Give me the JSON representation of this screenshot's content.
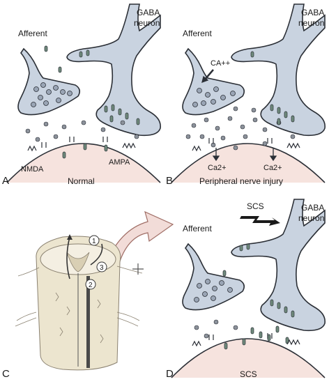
{
  "colors": {
    "neuron_fill": "#c9d3e0",
    "neuron_stroke": "#2b2f36",
    "postsynaptic_fill": "#f6e3de",
    "vesicle_fill": "#9aa5b5",
    "receptor_fill": "#6f8a7c",
    "arrow_fill": "#f2dcd8",
    "cord_fill": "#ece5cf"
  },
  "panels": {
    "A": {
      "label": "A",
      "caption": "Normal",
      "afferent": "Afferent",
      "gaba_line1": "GABA",
      "gaba_line2": "neuron",
      "nmda": "NMDA",
      "ampa": "AMPA"
    },
    "B": {
      "label": "B",
      "caption": "Peripheral nerve injury",
      "afferent": "Afferent",
      "gaba_line1": "GABA",
      "gaba_line2": "neuron",
      "ca_influx": "CA++",
      "ca_left": "Ca2+",
      "ca_right": "Ca2+"
    },
    "C": {
      "label": "C",
      "marker1": "1",
      "marker2": "2",
      "marker3": "3"
    },
    "D": {
      "label": "D",
      "caption": "SCS",
      "afferent": "Afferent",
      "gaba_line1": "GABA",
      "gaba_line2": "neuron",
      "stimulus": "SCS"
    }
  }
}
